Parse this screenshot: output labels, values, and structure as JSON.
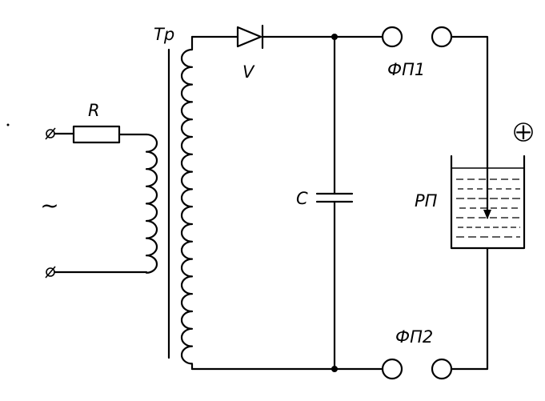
{
  "labels": {
    "transformer": "Tp",
    "resistor": "R",
    "ac_source": "~",
    "diode": "V",
    "capacitor": "C",
    "terminal_1": "ФП1",
    "terminal_2": "ФП2",
    "bath": "РП",
    "polarity": "+"
  }
}
